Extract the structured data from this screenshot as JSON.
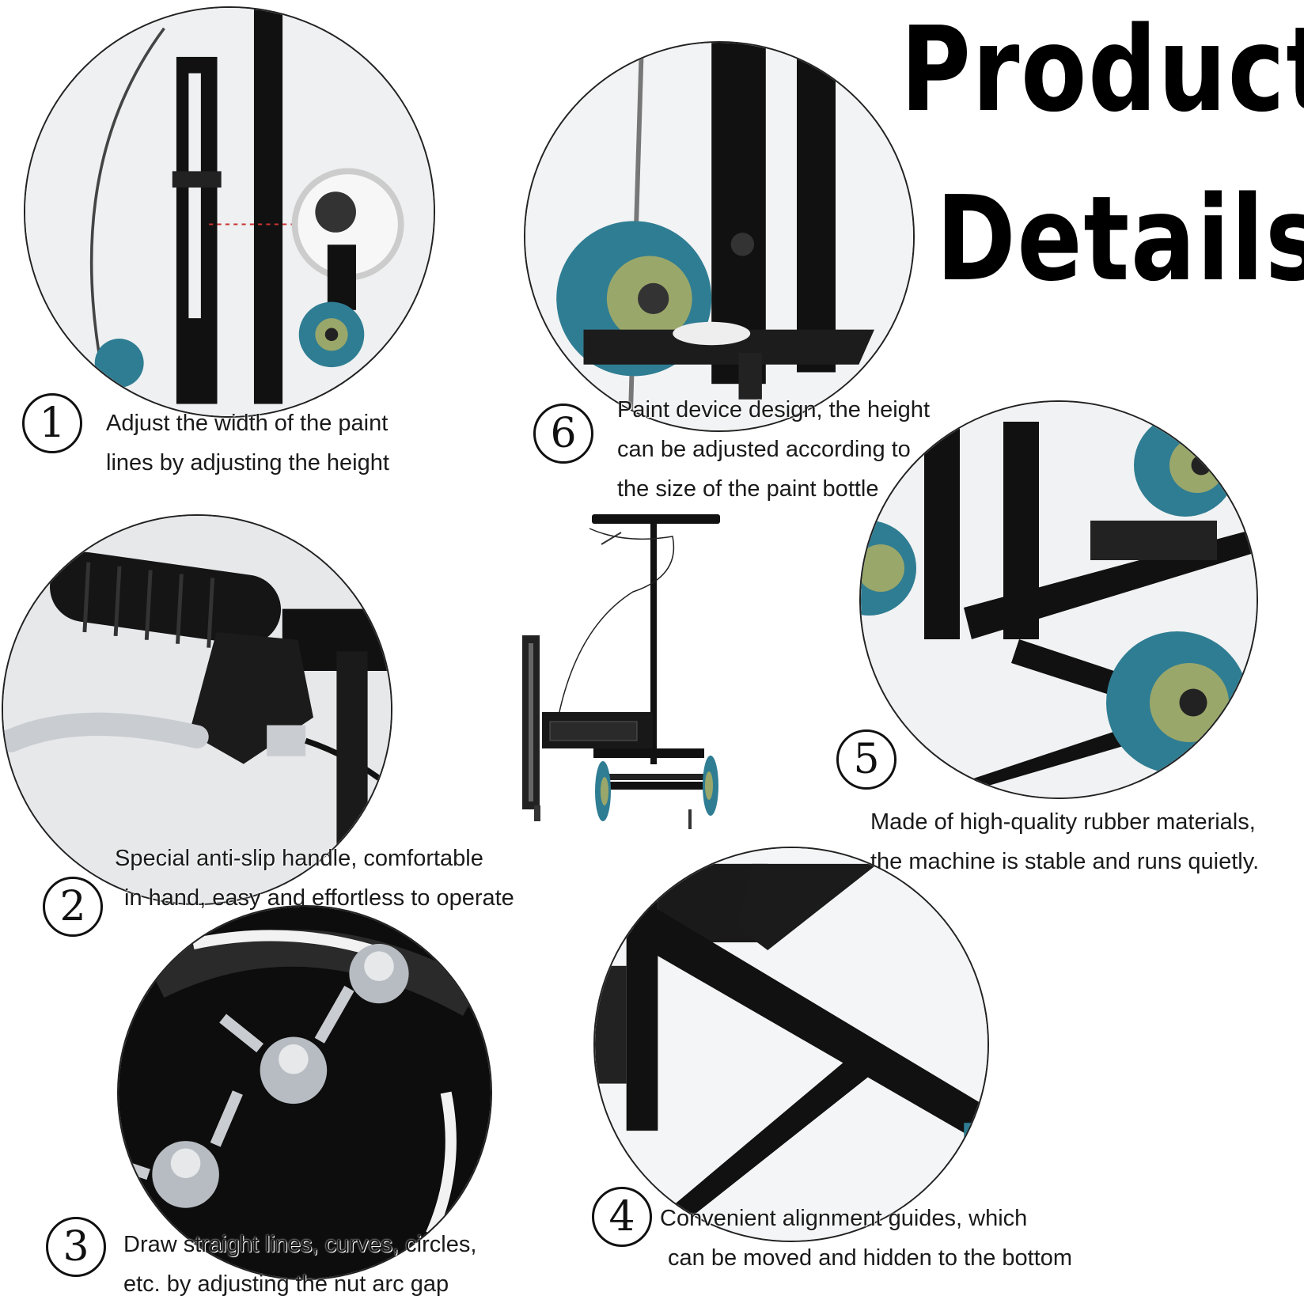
{
  "title": {
    "line1": "Product",
    "line2": "Details"
  },
  "details": [
    {
      "num": "1",
      "lines": [
        "Adjust the width of the paint",
        "lines by adjusting the height"
      ],
      "icon": "height-adjust-slot"
    },
    {
      "num": "2",
      "lines": [
        "Special anti-slip handle, comfortable",
        "in hand, easy and effortless to operate"
      ],
      "icon": "anti-slip-handle"
    },
    {
      "num": "3",
      "lines": [
        "Draw straight lines, curves, circles,",
        "etc. by adjusting the nut arc gap"
      ],
      "icon": "wing-nut"
    },
    {
      "num": "4",
      "lines": [
        "Convenient alignment guides, which",
        "can be moved and hidden to the bottom"
      ],
      "icon": "alignment-guide"
    },
    {
      "num": "5",
      "lines": [
        "Made of high-quality rubber materials,",
        "the machine is stable and runs quietly."
      ],
      "icon": "rubber-wheel"
    },
    {
      "num": "6",
      "lines": [
        "Paint device design, the height",
        "can be adjusted according to",
        "the size of the paint bottle"
      ],
      "icon": "paint-device"
    }
  ],
  "colors": {
    "frame": "#111111",
    "wheel": "#2f7d93",
    "hub": "#9aa76a",
    "steel": "#c9ccd0"
  }
}
